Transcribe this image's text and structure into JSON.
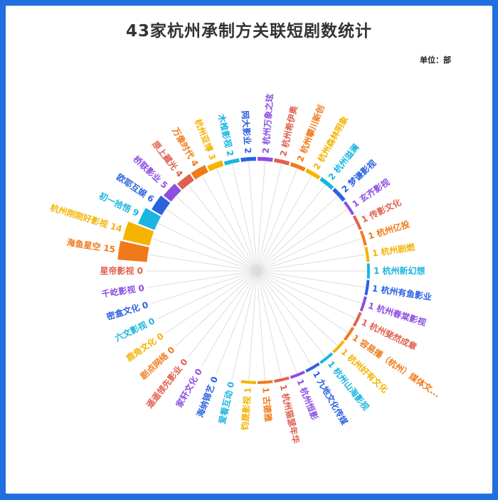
{
  "chart_data": {
    "type": "bar",
    "layout": "radial",
    "title": "43家杭州承制方关联短剧数统计",
    "unit_label": "单位：部",
    "categories": [
      "杭州万象之玹",
      "杭州希伊奥",
      "杭州攀川新创",
      "杭州森林明象",
      "杭州溢澜",
      "梦谦影视",
      "玄齐影视",
      "传影文化",
      "杭州亿投",
      "杭州剧燃",
      "杭州新幻想",
      "杭州有鱼影业",
      "杭州春棠影视",
      "杭州斐然成章",
      "容易播（杭州）媒体文...",
      "杭州好有文化",
      "杭州山海影视",
      "九地文化传媒",
      "杭州恒影",
      "杭州猫瑟年华",
      "古德雅",
      "钧晟影视",
      "爱看互动",
      "海纳锦艺",
      "家轩文化",
      "遥遥领先影业",
      "剧点网络",
      "鹿角文化",
      "六文影视",
      "密盒文化",
      "千屹影视",
      "星帝影视",
      "海鱼星空",
      "杭州刚刚好影视",
      "初一拾悟",
      "欧耶互娱",
      "桥联影业",
      "原上藏光",
      "万像时代",
      "杭州亚博",
      "木椎影视",
      "网大影业"
    ],
    "values": [
      2,
      2,
      2,
      2,
      2,
      2,
      1,
      1,
      1,
      1,
      1,
      1,
      1,
      1,
      1,
      1,
      1,
      1,
      1,
      1,
      1,
      1,
      0,
      0,
      0,
      0,
      0,
      0,
      0,
      0,
      0,
      0,
      15,
      14,
      9,
      6,
      5,
      4,
      4,
      3,
      2,
      2
    ],
    "colors": [
      "#8c4fe0",
      "#e0604f",
      "#f07a1a",
      "#f5b400",
      "#1ab5e0",
      "#2a62e0"
    ]
  }
}
